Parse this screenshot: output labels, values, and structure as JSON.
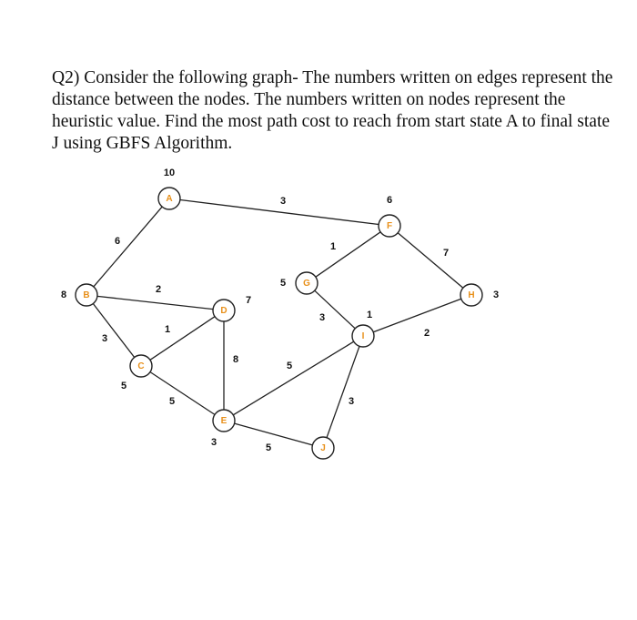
{
  "question": "Q2) Consider the following graph- The numbers written on edges represent the distance between the nodes. The numbers written on nodes represent the heuristic value. Find the most  path  cost  to reach from start state A to final state J using GBFS Algorithm.",
  "nodes": [
    {
      "id": "A",
      "heuristic": "10"
    },
    {
      "id": "B",
      "heuristic": "8"
    },
    {
      "id": "C",
      "heuristic": "5"
    },
    {
      "id": "D",
      "heuristic": "7"
    },
    {
      "id": "E",
      "heuristic": "3"
    },
    {
      "id": "F",
      "heuristic": "6"
    },
    {
      "id": "G",
      "heuristic": "5"
    },
    {
      "id": "H",
      "heuristic": "3"
    },
    {
      "id": "I",
      "heuristic": "1"
    },
    {
      "id": "J",
      "heuristic": ""
    }
  ],
  "edges": [
    {
      "from": "A",
      "to": "B",
      "weight": "6"
    },
    {
      "from": "A",
      "to": "F",
      "weight": "3"
    },
    {
      "from": "B",
      "to": "C",
      "weight": "3"
    },
    {
      "from": "B",
      "to": "D",
      "weight": "2"
    },
    {
      "from": "C",
      "to": "D",
      "weight": "1"
    },
    {
      "from": "C",
      "to": "E",
      "weight": "5"
    },
    {
      "from": "D",
      "to": "E",
      "weight": "8"
    },
    {
      "from": "E",
      "to": "I",
      "weight": "5"
    },
    {
      "from": "E",
      "to": "J",
      "weight": "5"
    },
    {
      "from": "F",
      "to": "G",
      "weight": "1"
    },
    {
      "from": "F",
      "to": "H",
      "weight": "7"
    },
    {
      "from": "G",
      "to": "I",
      "weight": "3"
    },
    {
      "from": "H",
      "to": "I",
      "weight": "2"
    },
    {
      "from": "I",
      "to": "J",
      "weight": "3"
    }
  ]
}
